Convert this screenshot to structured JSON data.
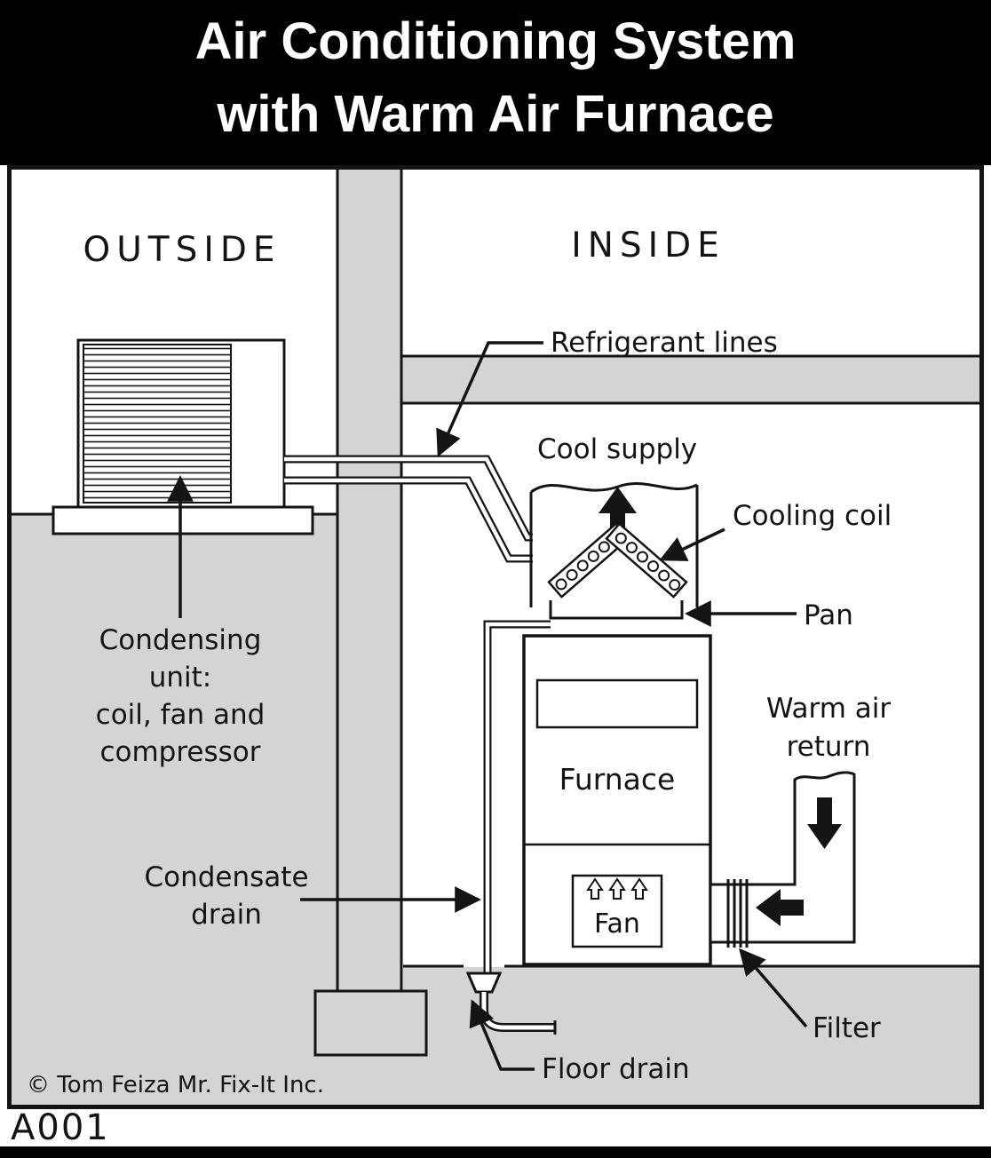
{
  "title": [
    "Air Conditioning System",
    "with Warm Air Furnace"
  ],
  "regions": {
    "outside": "OUTSIDE",
    "inside": "INSIDE"
  },
  "labels": {
    "refrigerant_lines": "Refrigerant lines",
    "cool_supply": "Cool supply",
    "cooling_coil": "Cooling coil",
    "pan": "Pan",
    "warm_air_return": [
      "Warm air",
      "return"
    ],
    "furnace": "Furnace",
    "fan": "Fan",
    "condensing_unit": [
      "Condensing",
      "unit:",
      "coil, fan and",
      "compressor"
    ],
    "condensate_drain": [
      "Condensate",
      "drain"
    ],
    "filter": "Filter",
    "floor_drain": "Floor drain"
  },
  "footer": {
    "copyright": "© Tom Feiza Mr. Fix-It Inc.",
    "code": "A001"
  },
  "colors": {
    "banner": "#000000",
    "ink": "#141414",
    "shade": "#d4d4d4",
    "paper": "#ffffff"
  }
}
